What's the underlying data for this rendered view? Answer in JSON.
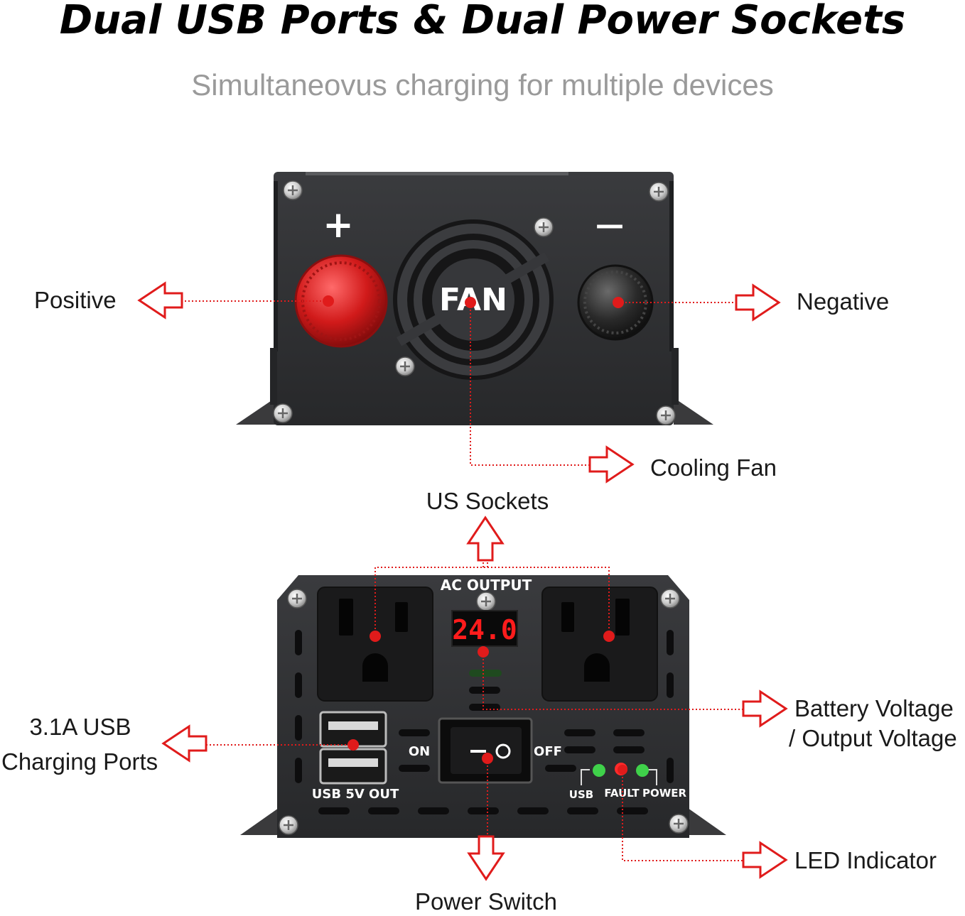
{
  "header": {
    "title": "Dual USB Ports & Dual Power Sockets",
    "subtitle": "Simultaneovus charging for multiple devices"
  },
  "top_view": {
    "positive_symbol": "+",
    "negative_symbol": "—",
    "fan_text": "FAN",
    "callouts": {
      "positive": "Positive",
      "negative": "Negative",
      "cooling_fan": "Cooling Fan"
    }
  },
  "front_view": {
    "ac_output_label": "AC OUTPUT",
    "display_value": "24.0",
    "on_label": "ON",
    "off_label": "OFF",
    "usb_out_label": "USB 5V OUT",
    "led_labels": {
      "usb": "USB",
      "fault": "FAULT",
      "power": "POWER"
    },
    "callouts": {
      "us_sockets": "US Sockets",
      "usb_ports_line1": "3.1A USB",
      "usb_ports_line2": "Charging Ports",
      "voltage_line1": "Battery Voltage",
      "voltage_line2": "/ Output Voltage",
      "led_indicator": "LED Indicator",
      "power_switch": "Power Switch"
    }
  },
  "colors": {
    "accent_red": "#e01b1b",
    "device_body": "#2f3033",
    "subtitle_gray": "#9a9a9a",
    "led_green": "#3fd14a",
    "led_red": "#ff2a2a"
  },
  "icons": [
    "arrow-left-icon",
    "arrow-right-icon",
    "arrow-up-icon",
    "arrow-down-icon",
    "screw-icon"
  ]
}
